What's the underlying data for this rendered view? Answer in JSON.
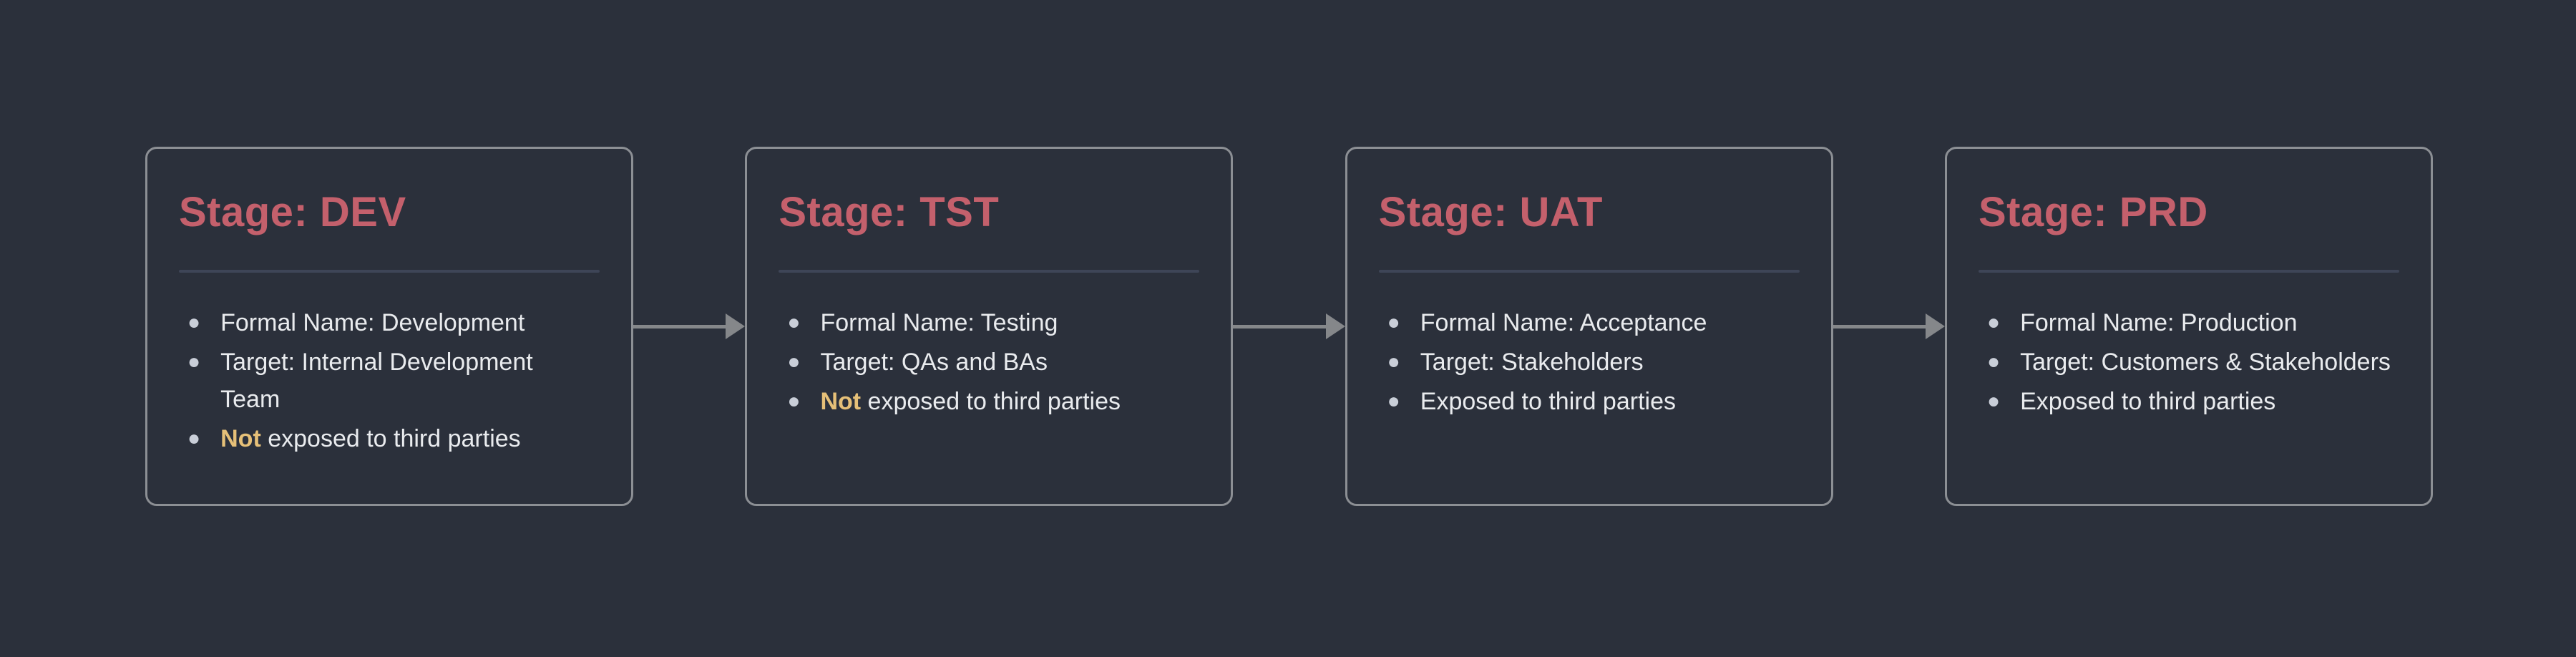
{
  "diagram": {
    "type": "pipeline-flowchart",
    "colors": {
      "background": "#2b303b",
      "card_border": "#8c8f94",
      "title": "#c4606c",
      "highlight": "#e6c078",
      "body_text": "#e9ebee",
      "divider": "#3e4557",
      "arrow": "#85878a"
    },
    "stages": [
      {
        "title": "Stage: DEV",
        "bullets": [
          {
            "highlight": "",
            "text": "Formal Name: Development"
          },
          {
            "highlight": "",
            "text": "Target: Internal Development\nTeam"
          },
          {
            "highlight": "Not",
            "text": " exposed to third parties"
          }
        ]
      },
      {
        "title": "Stage: TST",
        "bullets": [
          {
            "highlight": "",
            "text": "Formal Name: Testing"
          },
          {
            "highlight": "",
            "text": "Target: QAs and BAs"
          },
          {
            "highlight": "Not",
            "text": " exposed to third parties"
          }
        ]
      },
      {
        "title": "Stage: UAT",
        "bullets": [
          {
            "highlight": "",
            "text": "Formal Name: Acceptance"
          },
          {
            "highlight": "",
            "text": "Target: Stakeholders"
          },
          {
            "highlight": "",
            "text": "Exposed to third parties"
          }
        ]
      },
      {
        "title": "Stage: PRD",
        "bullets": [
          {
            "highlight": "",
            "text": "Formal Name: Production"
          },
          {
            "highlight": "",
            "text": "Target: Customers & Stakeholders"
          },
          {
            "highlight": "",
            "text": "Exposed to third parties"
          }
        ]
      }
    ]
  }
}
